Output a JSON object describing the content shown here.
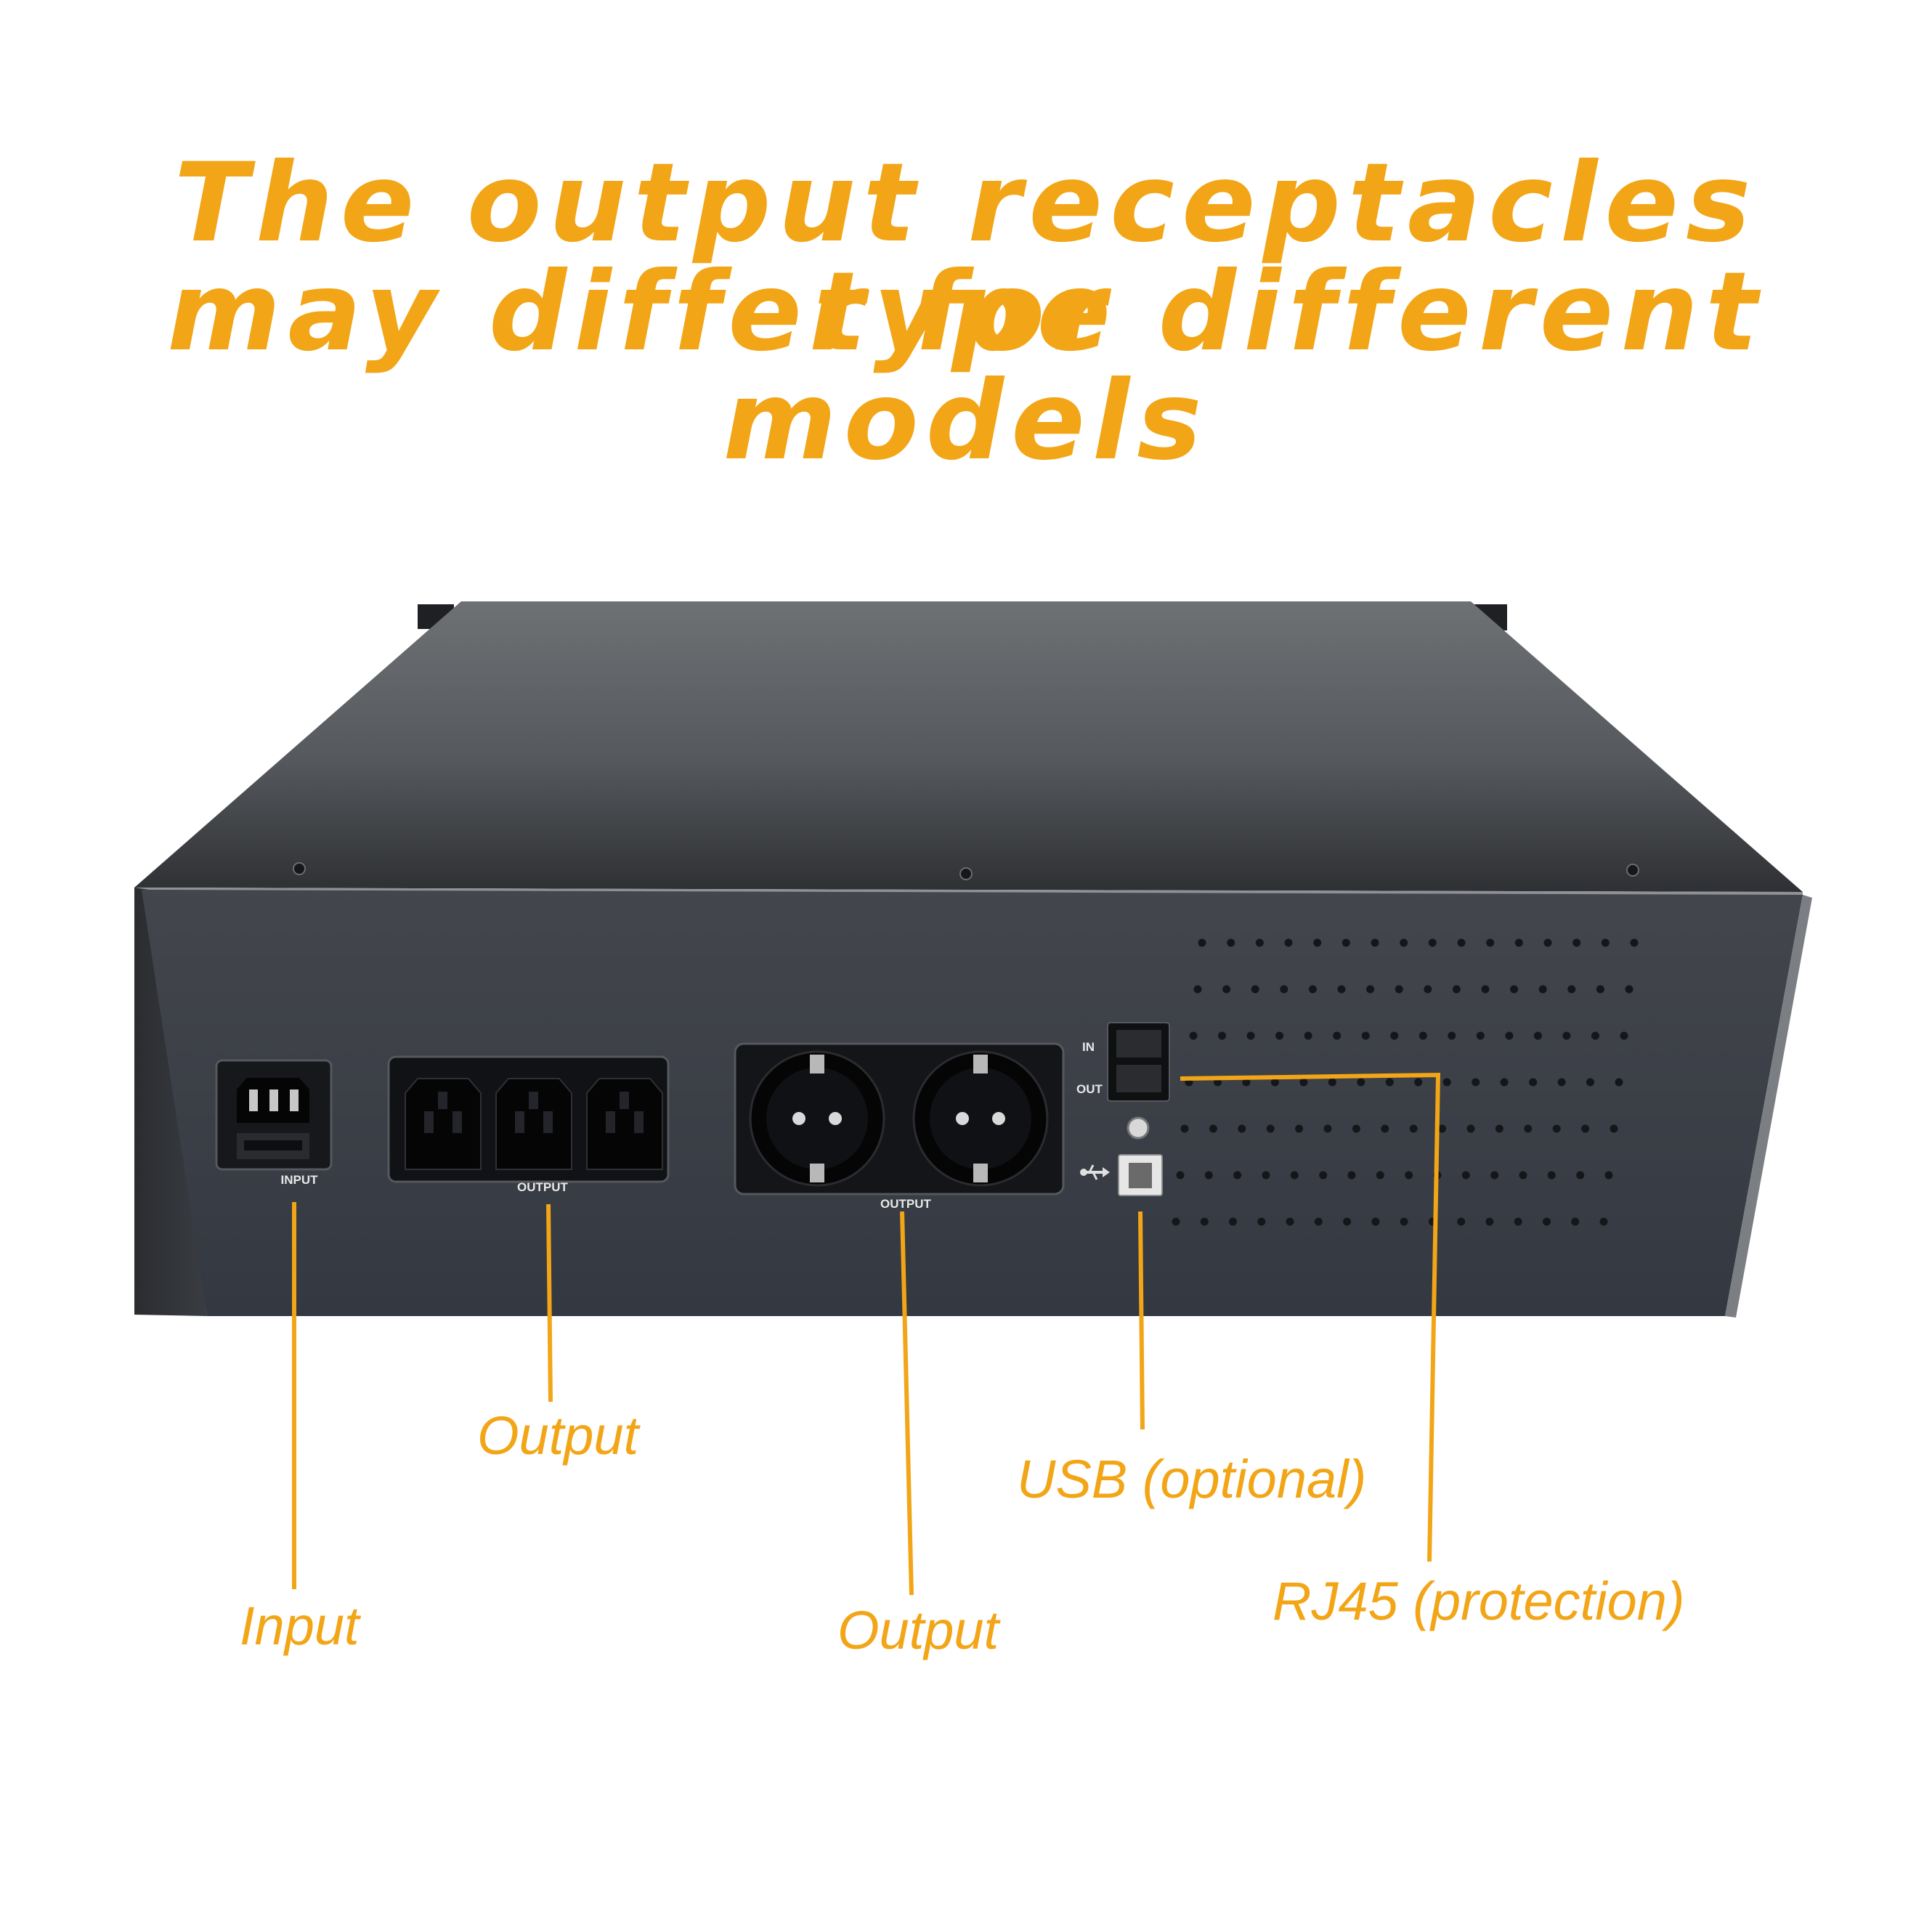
{
  "headline": {
    "line1": "The output receptacles type",
    "line2": "may differ for different models"
  },
  "panel_labels": {
    "input": "INPUT",
    "output_iec": "OUTPUT",
    "output_schuko": "OUTPUT",
    "rj45_in": "IN",
    "rj45_out": "OUT"
  },
  "callouts": {
    "input": "Input",
    "output_iec": "Output",
    "output_schuko": "Output",
    "usb": "USB (optional)",
    "rj45": "RJ45 (protection)"
  },
  "colors": {
    "accent": "#f2a516",
    "chassis_front": "#3c4048",
    "chassis_top": "#595d62",
    "receptacle": "#141518"
  }
}
